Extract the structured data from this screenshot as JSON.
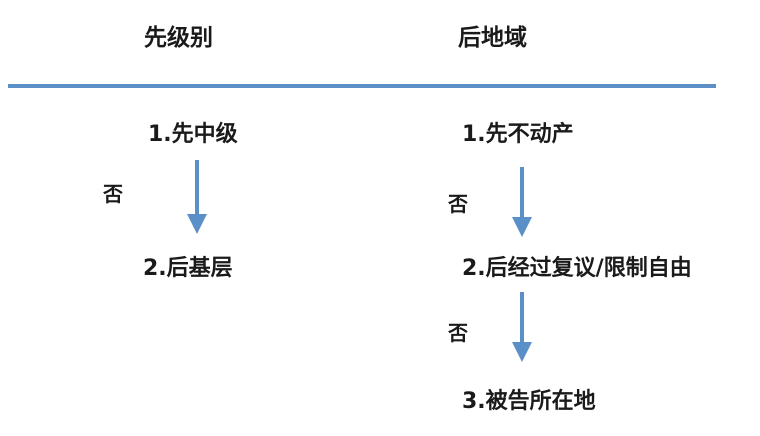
{
  "headers": {
    "left": "先级别",
    "right": "后地域"
  },
  "left_column": {
    "step1": "1.先中级",
    "no_label": "否",
    "step2": "2.后基层"
  },
  "right_column": {
    "step1": "1.先不动产",
    "no_label_1": "否",
    "step2": "2.后经过复议/限制自由",
    "no_label_2": "否",
    "step3": "3.被告所在地"
  },
  "colors": {
    "accent": "#5b8fc7",
    "text": "#1a1a1a"
  }
}
